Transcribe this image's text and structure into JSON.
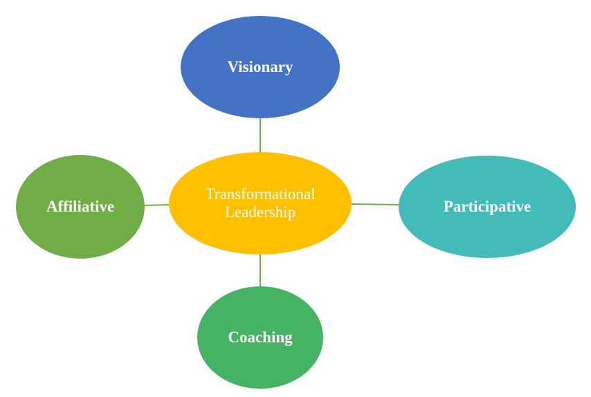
{
  "diagram": {
    "center": {
      "line1": "Transformational",
      "line2": "Leadership",
      "color": "#FFC000"
    },
    "nodes": {
      "visionary": {
        "label": "Visionary",
        "color": "#4472C4"
      },
      "affiliative": {
        "label": "Affiliative",
        "color": "#70AD47"
      },
      "participative": {
        "label": "Participative",
        "color": "#43BCB9"
      },
      "coaching": {
        "label": "Coaching",
        "color": "#45B363"
      }
    },
    "connector_color": "#70AD47"
  }
}
